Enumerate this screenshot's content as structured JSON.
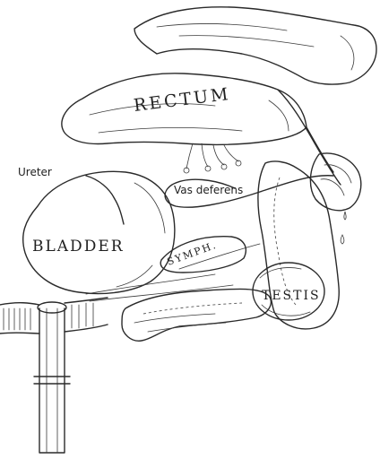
{
  "labels": {
    "rectum": "RECTUM",
    "ureter": "Ureter",
    "vas_deferens": "Vas deferens",
    "bladder": "BLADDER",
    "symph": "SYMPH.",
    "testis": "TESTIS"
  },
  "colors": {
    "ink": "#2a2a2a",
    "paper": "#ffffff"
  }
}
